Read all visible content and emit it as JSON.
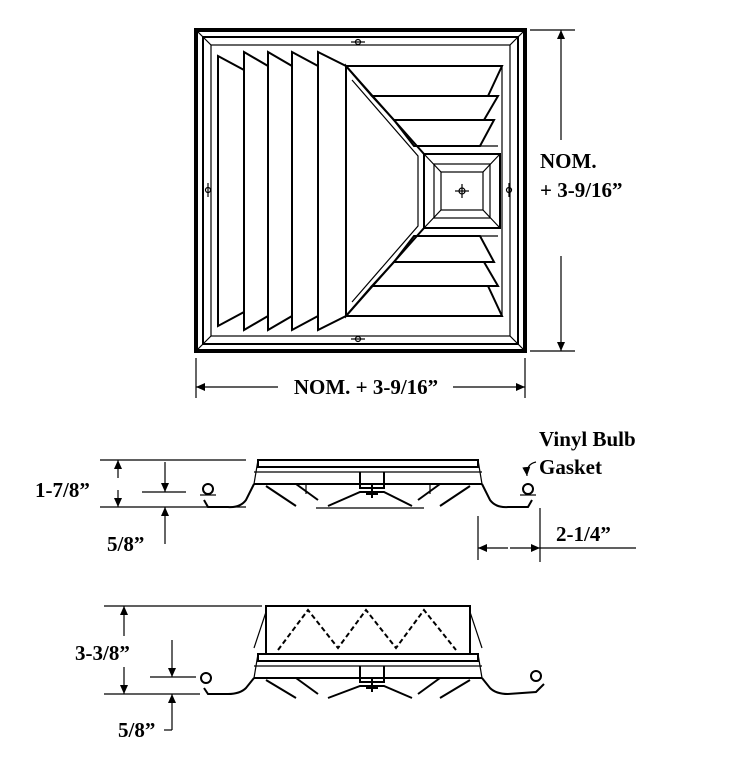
{
  "plan_view": {
    "height_label_line1": "NOM.",
    "height_label_line2": "+ 3-9/16”",
    "width_label": "NOM. + 3-9/16”"
  },
  "section_lay_in": {
    "height_label": "1-7/8”",
    "offset_label": "5/8”",
    "gasket_label_line1": "Vinyl Bulb",
    "gasket_label_line2": "Gasket",
    "flange_label": "2-1/4”"
  },
  "section_with_neck": {
    "height_label": "3-3/8”",
    "offset_label": "5/8”"
  }
}
